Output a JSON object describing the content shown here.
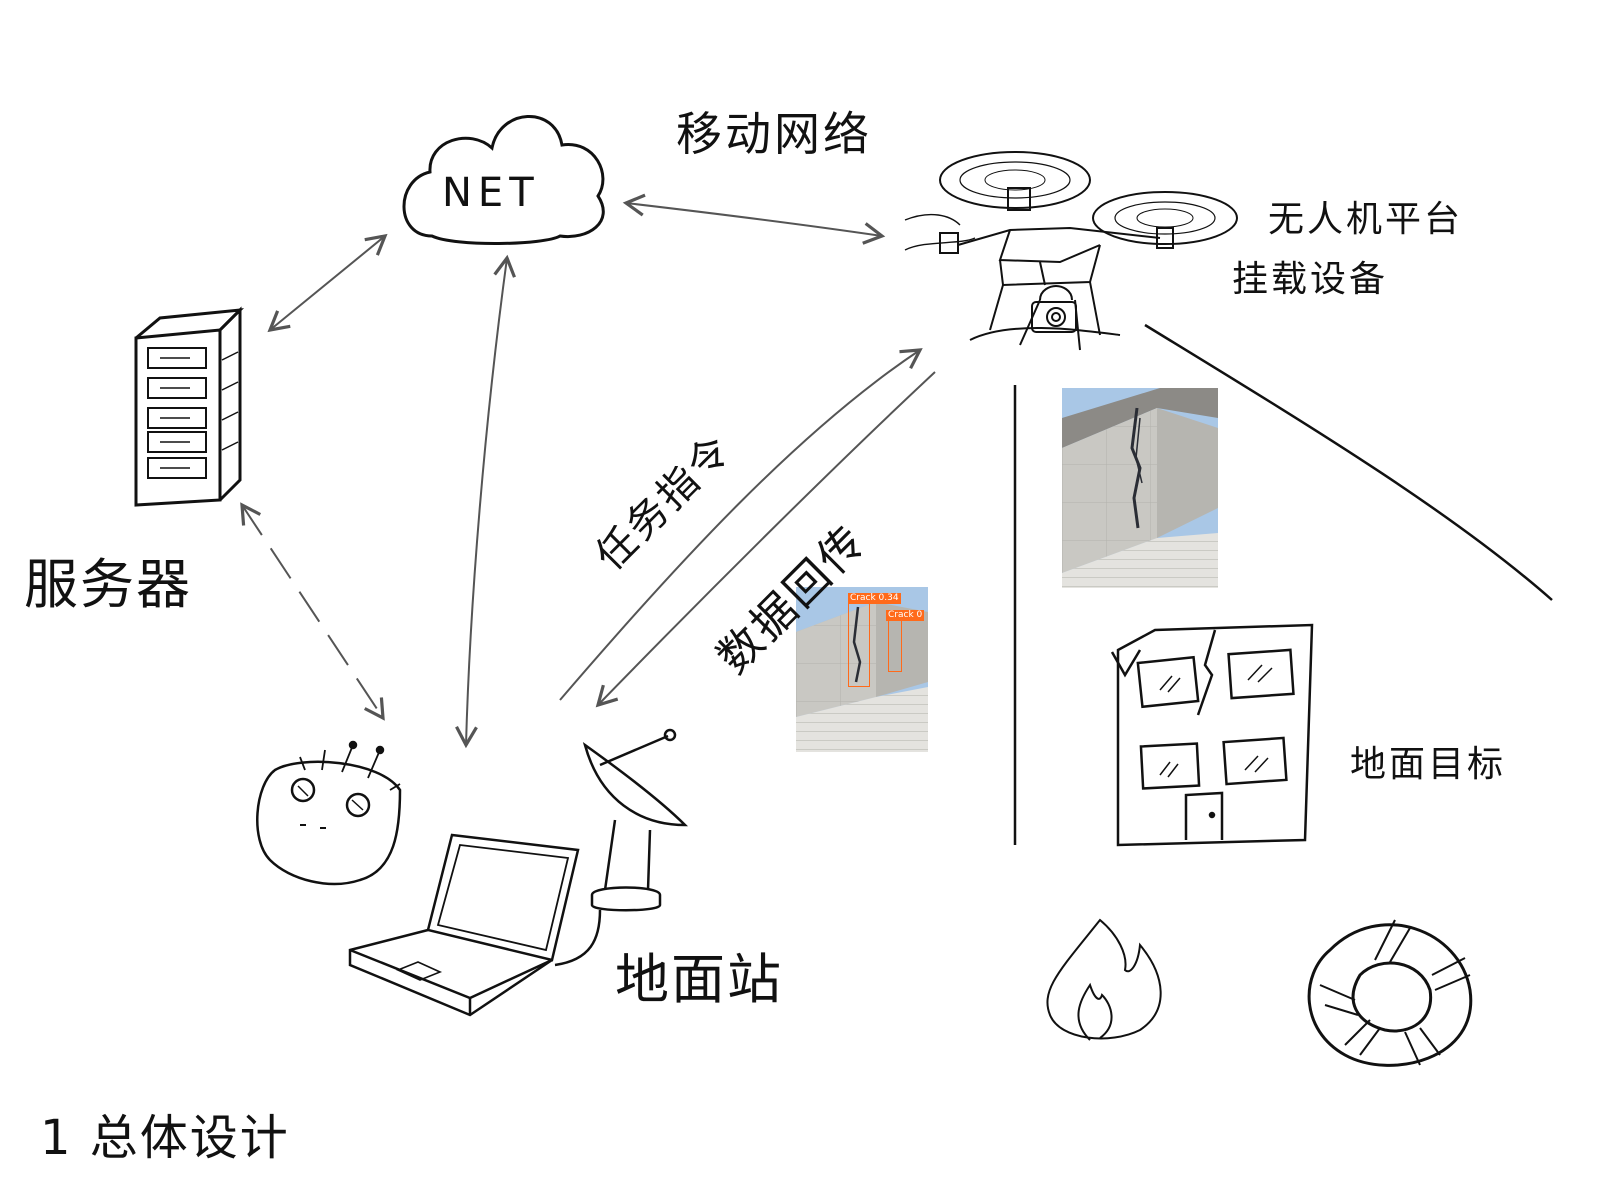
{
  "diagram": {
    "labels": {
      "net": "NET",
      "mobile_network": "移动网络",
      "uav_platform": "无人机平台",
      "payload_equipment": "挂载设备",
      "server": "服务器",
      "task_command": "任务指令",
      "data_return": "数据回传",
      "ground_station": "地面站",
      "ground_target": "地面目标",
      "section_title": "1 总体设计"
    },
    "detections": [
      {
        "label": "Crack",
        "score": "0.34"
      },
      {
        "label": "Crack",
        "score": "0"
      }
    ],
    "colors": {
      "ink": "#111111",
      "arrow": "#555555",
      "bbox": "#ff6a1a",
      "sky": "#a9c7e6",
      "wall": "#c9c8c3"
    },
    "icons": [
      "cloud-icon",
      "drone-icon",
      "server-icon",
      "remote-controller-icon",
      "laptop-icon",
      "satellite-dish-icon",
      "building-icon",
      "fire-icon",
      "lifebuoy-icon"
    ]
  }
}
